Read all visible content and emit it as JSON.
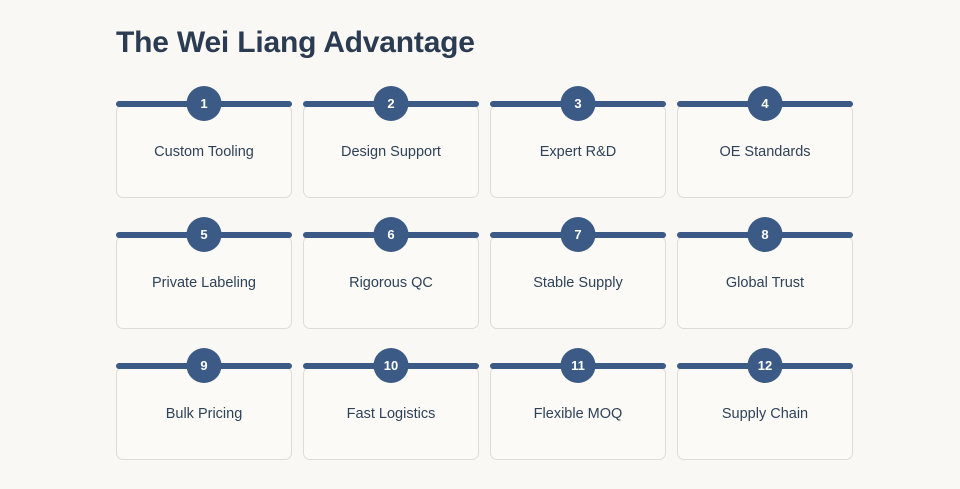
{
  "page": {
    "background_color": "#faf8f4",
    "title": "The Wei Liang Advantage",
    "title_color": "#2b3c52",
    "accent_color": "#3b5a85",
    "card_border_color": "#dddcd7",
    "card_background_color": "#fbfaf7",
    "label_color": "#2f4257"
  },
  "cards": [
    {
      "number": "1",
      "label": "Custom Tooling"
    },
    {
      "number": "2",
      "label": "Design Support"
    },
    {
      "number": "3",
      "label": "Expert R&D"
    },
    {
      "number": "4",
      "label": "OE Standards"
    },
    {
      "number": "5",
      "label": "Private Labeling"
    },
    {
      "number": "6",
      "label": "Rigorous QC"
    },
    {
      "number": "7",
      "label": "Stable Supply"
    },
    {
      "number": "8",
      "label": "Global Trust"
    },
    {
      "number": "9",
      "label": "Bulk Pricing"
    },
    {
      "number": "10",
      "label": "Fast Logistics"
    },
    {
      "number": "11",
      "label": "Flexible MOQ"
    },
    {
      "number": "12",
      "label": "Supply Chain"
    }
  ]
}
